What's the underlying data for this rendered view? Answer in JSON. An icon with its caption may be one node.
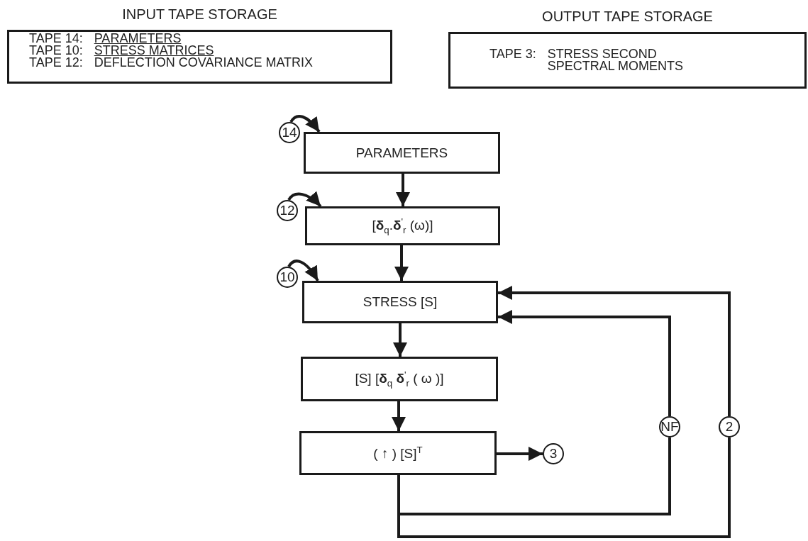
{
  "diagram": {
    "nodes": [
      {
        "text": [
          "INPUT TAPE STORAGE",
          "TAPE 14:",
          "PARAMETERS",
          "TAPE 10:",
          "STRESS MATRICES",
          "TAPE 12:",
          "DEFLECTION COVARIANCE MATRIX"
        ]
      },
      {
        "text": [
          "OUTPUT TAPE STORAGE",
          "TAPE 3:",
          "STRESS SECOND SPECTRAL MOMENTS"
        ]
      },
      {
        "text": [
          "14"
        ]
      },
      {
        "text": [
          "PARAMETERS"
        ]
      },
      {
        "text": [
          "12"
        ]
      },
      {
        "text": [
          "[**δ**$_{q}$.**δ**$^{'}$$_{r}$ (ω)]"
        ]
      },
      {
        "text": [
          "10"
        ]
      },
      {
        "text": [
          "STRESS [S]"
        ]
      },
      {
        "text": [
          "[S]   [**δ**$_{q}$ **δ**$^{'}$$_{r}$ ( ω )]"
        ]
      },
      {
        "text": [
          "( ↑ )   [S]$^{T}$"
        ]
      },
      {
        "text": [
          "3"
        ]
      },
      {
        "text": [
          "NF"
        ]
      },
      {
        "text": [
          "2"
        ]
      }
    ],
    "edges": [
      {
        "from": 2,
        "to": 3,
        "arrow": "to"
      },
      {
        "from": 3,
        "to": 5,
        "arrow": "to"
      },
      {
        "from": 4,
        "to": 5,
        "arrow": "to"
      },
      {
        "from": 5,
        "to": 7,
        "arrow": "to"
      },
      {
        "from": 6,
        "to": 7,
        "arrow": "to"
      },
      {
        "from": 7,
        "to": 8,
        "arrow": "to"
      },
      {
        "from": 8,
        "to": 9,
        "arrow": "to"
      },
      {
        "from": 9,
        "to": 10,
        "arrow": "to"
      },
      {
        "from": 9,
        "to": 11,
        "arrow": "none"
      },
      {
        "from": 11,
        "to": 7,
        "arrow": "to"
      },
      {
        "from": 9,
        "to": 12,
        "arrow": "none"
      },
      {
        "from": 12,
        "to": 7,
        "arrow": "to"
      }
    ]
  }
}
